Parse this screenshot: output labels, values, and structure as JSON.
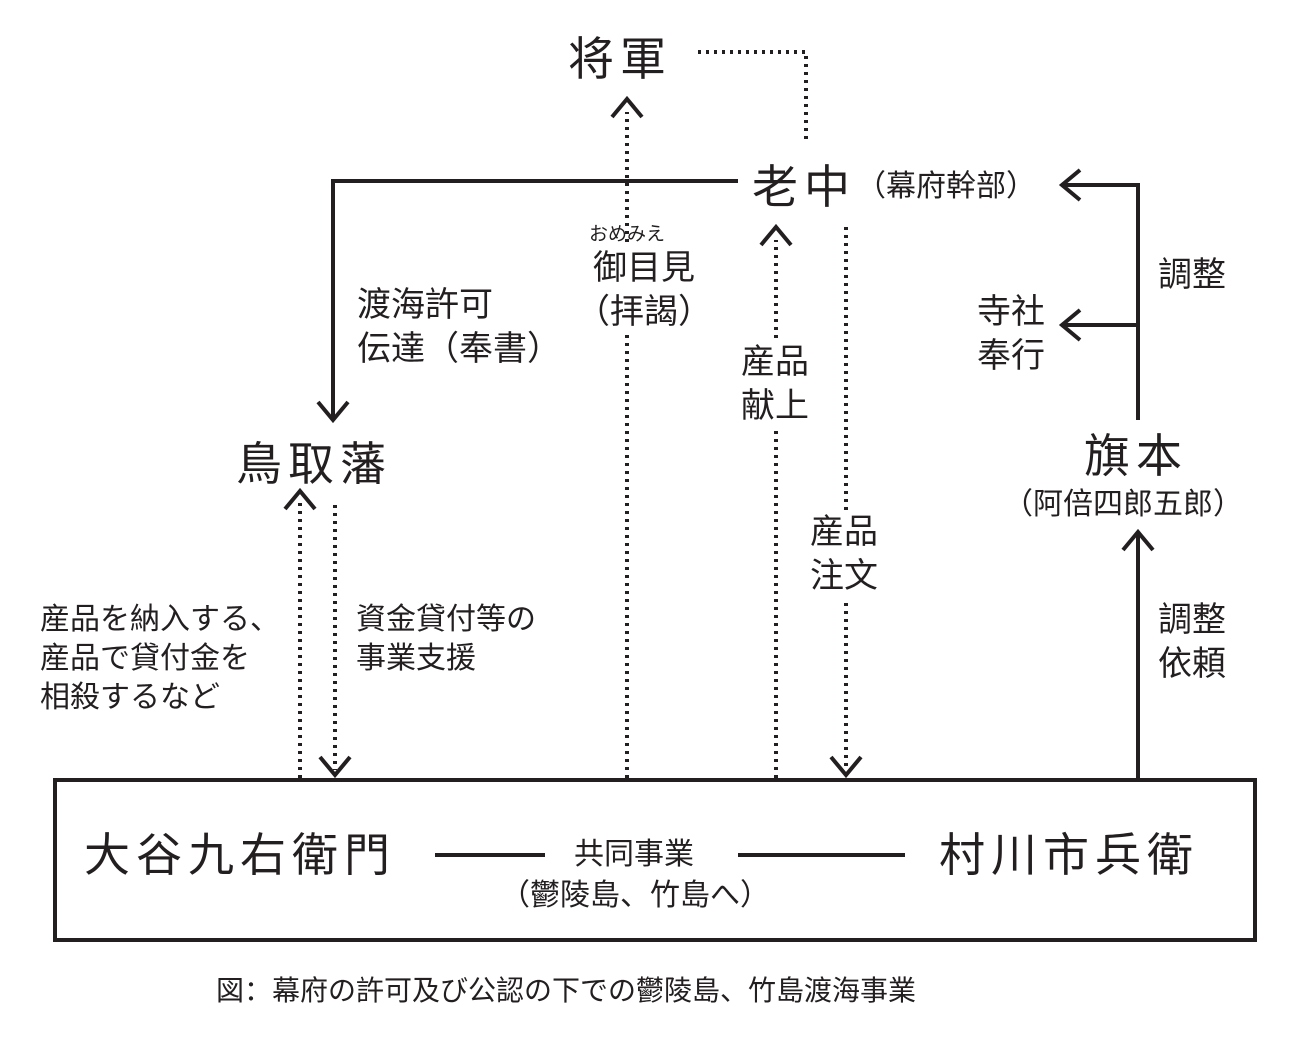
{
  "nodes": {
    "shogun": "将軍",
    "roju": "老中",
    "roju_note": "（幕府幹部）",
    "tottori": "鳥取藩",
    "hatamoto": "旗本",
    "hatamoto_note": "（阿倍四郎五郎）",
    "jisha_bugyo": [
      "寺社",
      "奉行"
    ],
    "oya": "大谷九右衛門",
    "murakawa": "村川市兵衛"
  },
  "edges": {
    "tokai_kyoka": [
      "渡海許可",
      "伝達（奉書）"
    ],
    "omemie_ruby": "おめみえ",
    "omemie": [
      "御目見",
      "（拝謁）"
    ],
    "kenjo": [
      "産品",
      "献上"
    ],
    "chumon": [
      "産品",
      "注文"
    ],
    "chosei": "調整",
    "chosei_irai": [
      "調整",
      "依頼"
    ],
    "nonyu": [
      "産品を納入する、",
      "産品で貸付金を",
      "相殺するなど"
    ],
    "shien": [
      "資金貸付等の",
      "事業支援"
    ],
    "kyodo": "共同事業",
    "kyodo_note": "（鬱陵島、竹島へ）"
  },
  "caption": "図：幕府の許可及び公認の下での鬱陵島、竹島渡海事業",
  "colors": {
    "ink": "#231f20",
    "background": "#ffffff"
  }
}
